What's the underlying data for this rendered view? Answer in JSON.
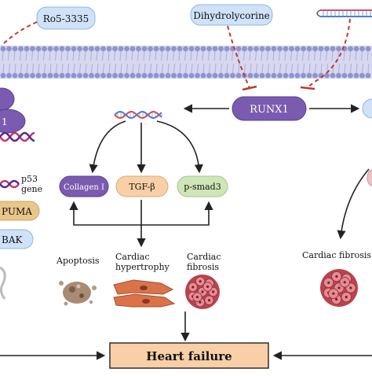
{
  "labels": {
    "ro": "Ro5-3335",
    "dihydro": "Dihydrolycorine",
    "runx1": "RUNX1",
    "p53": "p53",
    "gene": "gene",
    "puma": "PUMA",
    "bak": "BAK",
    "collagen": "Collagen I",
    "tgf": "TGF-β",
    "psmad": "p-smad3",
    "apoptosis": "Apoptosis",
    "hypertrophy_1": "Cardiac",
    "hypertrophy_2": "hypertrophy",
    "fibrosis_mid_1": "Cardiac",
    "fibrosis_mid_2": "fibrosis",
    "fibrosis_right": "Cardiac fibrosis",
    "heart_failure": "Heart failure"
  },
  "colors": {
    "membrane": "#c9cbe9",
    "membrane_lipid": "#8f93cf",
    "blue_box": "#cfe2f8",
    "purple": "#7a5bb0",
    "tan": "#e9c78a",
    "peach": "#f8cfa6",
    "green": "#cfe6b8",
    "inhibit": "#c0392b",
    "dna_red": "#d24a5a",
    "dna_blue": "#4a7bd2"
  }
}
